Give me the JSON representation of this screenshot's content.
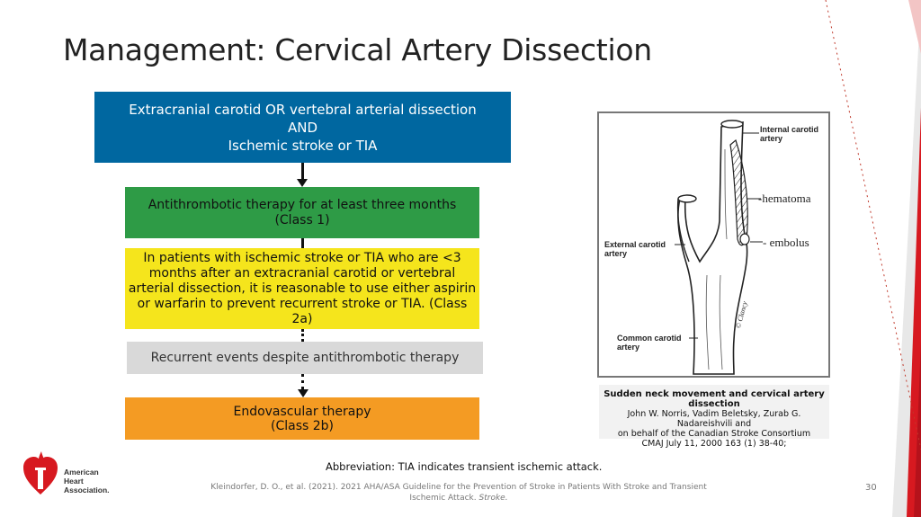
{
  "title": "Management: Cervical Artery Dissection",
  "flow": {
    "box1": {
      "line1": "Extracranial carotid OR vertebral arterial dissection",
      "line2": "AND",
      "line3": "Ischemic stroke or TIA"
    },
    "box2": {
      "line1": "Antithrombotic therapy for at least three months",
      "line2": "(Class 1)"
    },
    "box3": "In patients with ischemic stroke or TIA who are <3 months after an extracranial carotid or vertebral arterial dissection, it is reasonable to use either aspirin or warfarin to prevent recurrent stroke or TIA. (Class 2a)",
    "box4": "Recurrent events despite antithrombotic therapy",
    "box5": {
      "line1": "Endovascular therapy",
      "line2": "(Class 2b)"
    }
  },
  "figure": {
    "labels": {
      "internal": "Internal carotid artery",
      "hematoma": "-hematoma",
      "embolus": "- embolus",
      "external": "External carotid artery",
      "common": "Common carotid artery",
      "signature": "© Clancy"
    },
    "caption": {
      "title": "Sudden neck movement and cervical artery dissection",
      "authors": "John W. Norris, Vadim Beletsky, Zurab G. Nadareishvili and",
      "org": "on behalf of the Canadian Stroke Consortium",
      "journal": "CMAJ July 11, 2000 163 (1) 38-40;"
    }
  },
  "abbreviation": "Abbreviation: TIA indicates transient ischemic attack.",
  "citation": {
    "main": "Kleindorfer, D. O., et al. (2021).  2021 AHA/ASA Guideline for the Prevention of Stroke in Patients With Stroke and Transient Ischemic Attack.",
    "journal": "Stroke."
  },
  "page_number": "30",
  "logo": {
    "line1": "American",
    "line2": "Heart",
    "line3": "Association."
  },
  "colors": {
    "blue": "#0067a0",
    "green": "#2e9b46",
    "yellow": "#f5e51c",
    "gray": "#d9d9d9",
    "orange": "#f49b23",
    "red": "#d71920"
  }
}
